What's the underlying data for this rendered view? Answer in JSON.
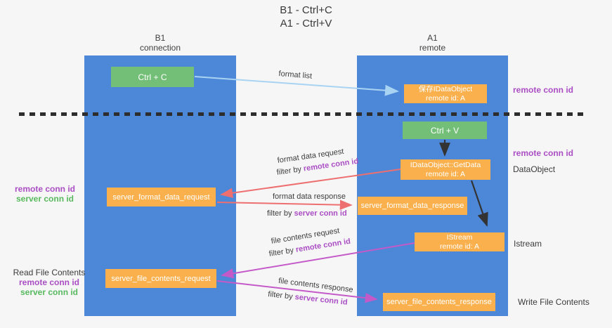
{
  "title": {
    "line1": "B1 - Ctrl+C",
    "line2": "A1 - Ctrl+V"
  },
  "lanes": {
    "left": {
      "title": "B1",
      "subtitle": "connection"
    },
    "right": {
      "title": "A1",
      "subtitle": "remote"
    }
  },
  "boxes": {
    "ctrl_c": {
      "label": "Ctrl + C"
    },
    "ctrl_v": {
      "label": "Ctrl + V"
    },
    "save_dataobject": {
      "line1": "保存IDataObject",
      "line2": "remote id: A"
    },
    "getdata": {
      "line1": "IDataObject::GetData",
      "line2": "remote id: A"
    },
    "istream": {
      "line1": "IStream",
      "line2": "remote id: A"
    },
    "format_request": {
      "label": "server_format_data_request"
    },
    "format_response": {
      "label": "server_format_data_response"
    },
    "file_request": {
      "label": "server_file_contents_request"
    },
    "file_response": {
      "label": "server_file_contents_response"
    }
  },
  "side_labels": {
    "remote_conn_id": "remote conn id",
    "server_conn_id": "server conn id",
    "dataobject": "DataObject",
    "istream": "Istream",
    "read_file_contents": "Read File Contents",
    "write_file_contents": "Write File Contents"
  },
  "flow_labels": {
    "format_list": "format list",
    "format_data_request": "format data request",
    "format_data_response": "format data response",
    "file_contents_request": "file contents request",
    "file_contents_response": "file contents response",
    "filter_by": "filter by ",
    "remote_conn_id": "remote conn id",
    "server_conn_id": "server conn id"
  },
  "colors": {
    "lane_blue": "#4d87d8",
    "box_orange": "#f9b04d",
    "box_green": "#74bf77",
    "arrow_light_blue": "#a9d3f2",
    "arrow_red": "#ee6f6f",
    "arrow_magenta": "#c45ac8",
    "arrow_black": "#333333",
    "text_purple": "#ab4ec4",
    "text_green": "#58b95e"
  }
}
